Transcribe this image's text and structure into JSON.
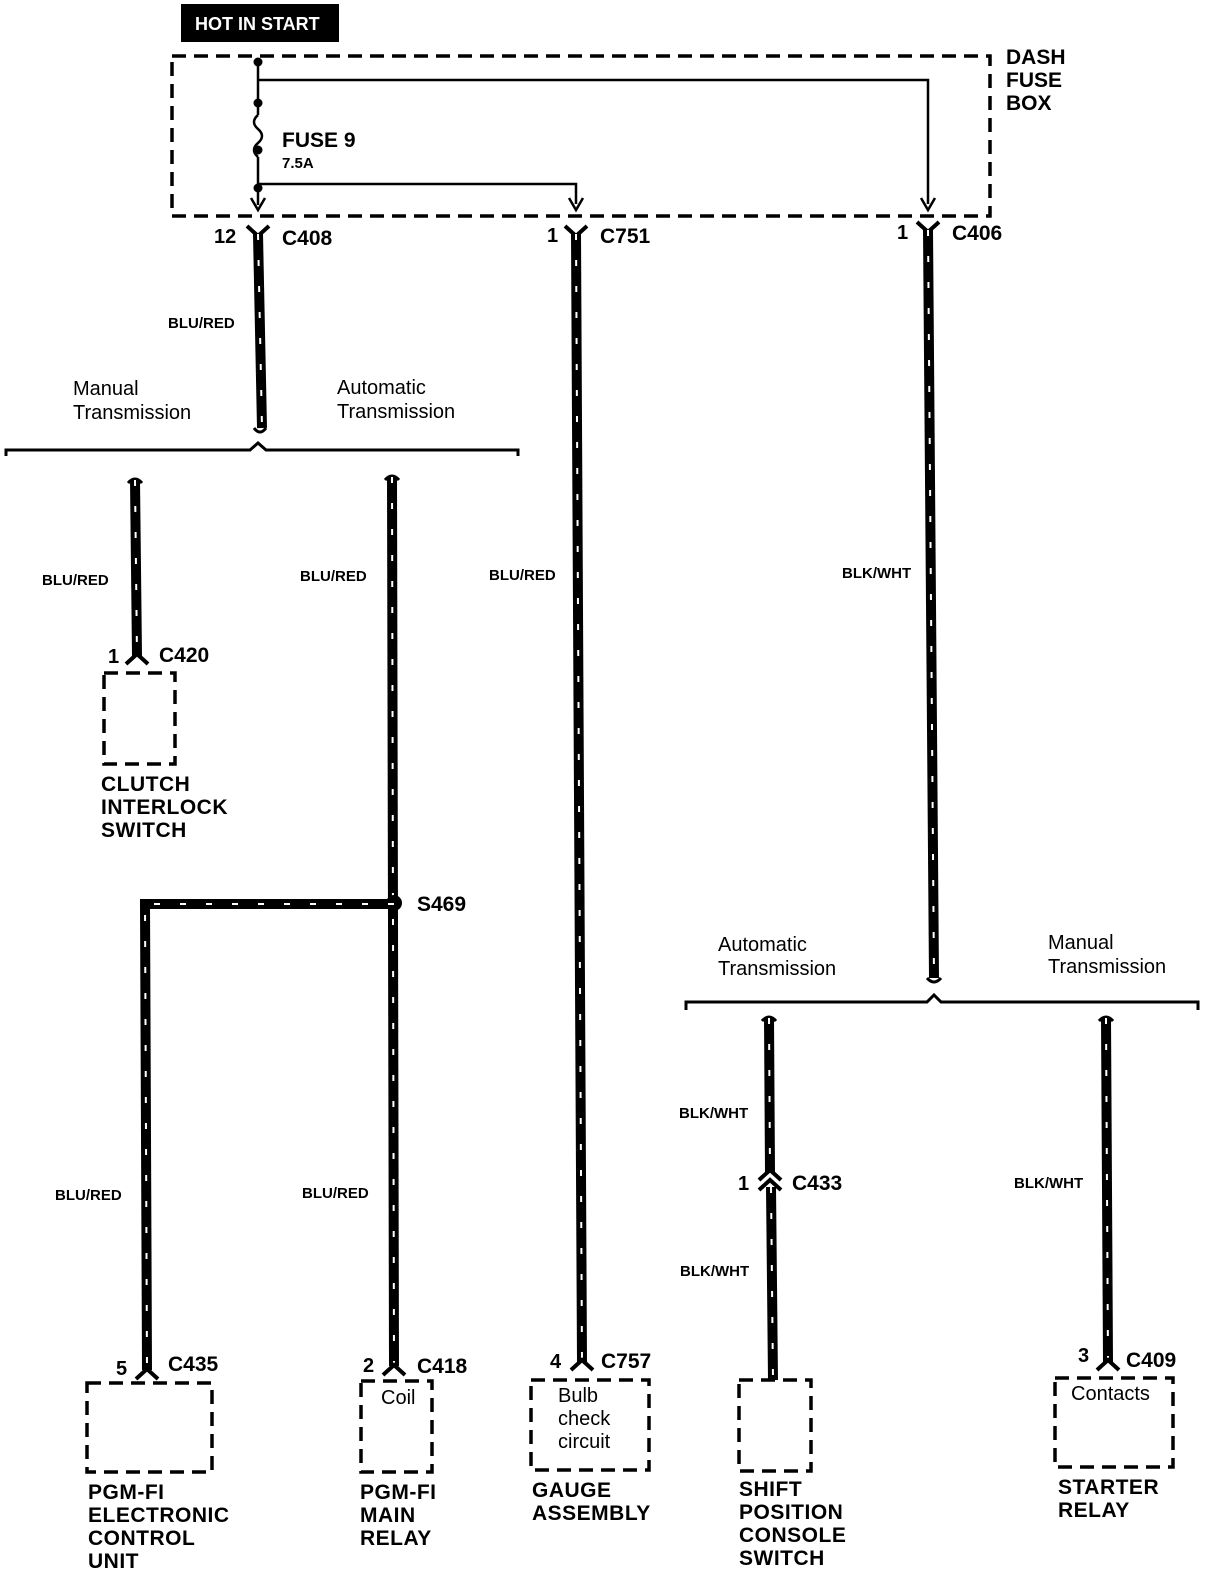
{
  "header": {
    "title": "HOT IN START"
  },
  "fuse_box": {
    "name_lines": [
      "DASH",
      "FUSE",
      "BOX"
    ],
    "fuse_name": "FUSE 9",
    "fuse_rating": "7.5A"
  },
  "connectors": {
    "c408": {
      "name": "C408",
      "pin": "12"
    },
    "c751": {
      "name": "C751",
      "pin": "1"
    },
    "c406": {
      "name": "C406",
      "pin": "1"
    },
    "c420": {
      "name": "C420",
      "pin": "1"
    },
    "c435": {
      "name": "C435",
      "pin": "5"
    },
    "c418": {
      "name": "C418",
      "pin": "2"
    },
    "c757": {
      "name": "C757",
      "pin": "4"
    },
    "c433": {
      "name": "C433",
      "pin": "1"
    },
    "c409": {
      "name": "C409",
      "pin": "3"
    }
  },
  "splice": {
    "name": "S469"
  },
  "wire_colors": {
    "c408_out": "BLU/RED",
    "clutch": "BLU/RED",
    "auto_left": "BLU/RED",
    "gauge": "BLU/RED",
    "c406_out": "BLK/WHT",
    "pgm_ecu": "BLU/RED",
    "main_relay": "BLU/RED",
    "shift_upper": "BLK/WHT",
    "shift_lower": "BLK/WHT",
    "starter": "BLK/WHT"
  },
  "branches": {
    "left_manual": [
      "Manual",
      "Transmission"
    ],
    "left_auto": [
      "Automatic",
      "Transmission"
    ],
    "right_auto": [
      "Automatic",
      "Transmission"
    ],
    "right_manual": [
      "Manual",
      "Transmission"
    ]
  },
  "components": {
    "clutch_interlock": [
      "CLUTCH",
      "INTERLOCK",
      "SWITCH"
    ],
    "pgm_ecu": [
      "PGM-FI",
      "ELECTRONIC",
      "CONTROL",
      "UNIT"
    ],
    "pgm_main_relay": [
      "PGM-FI",
      "MAIN",
      "RELAY"
    ],
    "gauge_assembly": [
      "GAUGE",
      "ASSEMBLY"
    ],
    "shift_switch": [
      "SHIFT",
      "POSITION",
      "CONSOLE",
      "SWITCH"
    ],
    "starter_relay": [
      "STARTER",
      "RELAY"
    ]
  },
  "component_internals": {
    "main_relay": [
      "Coil"
    ],
    "gauge": [
      "Bulb",
      "check",
      "circuit"
    ],
    "starter": [
      "Contacts"
    ]
  }
}
